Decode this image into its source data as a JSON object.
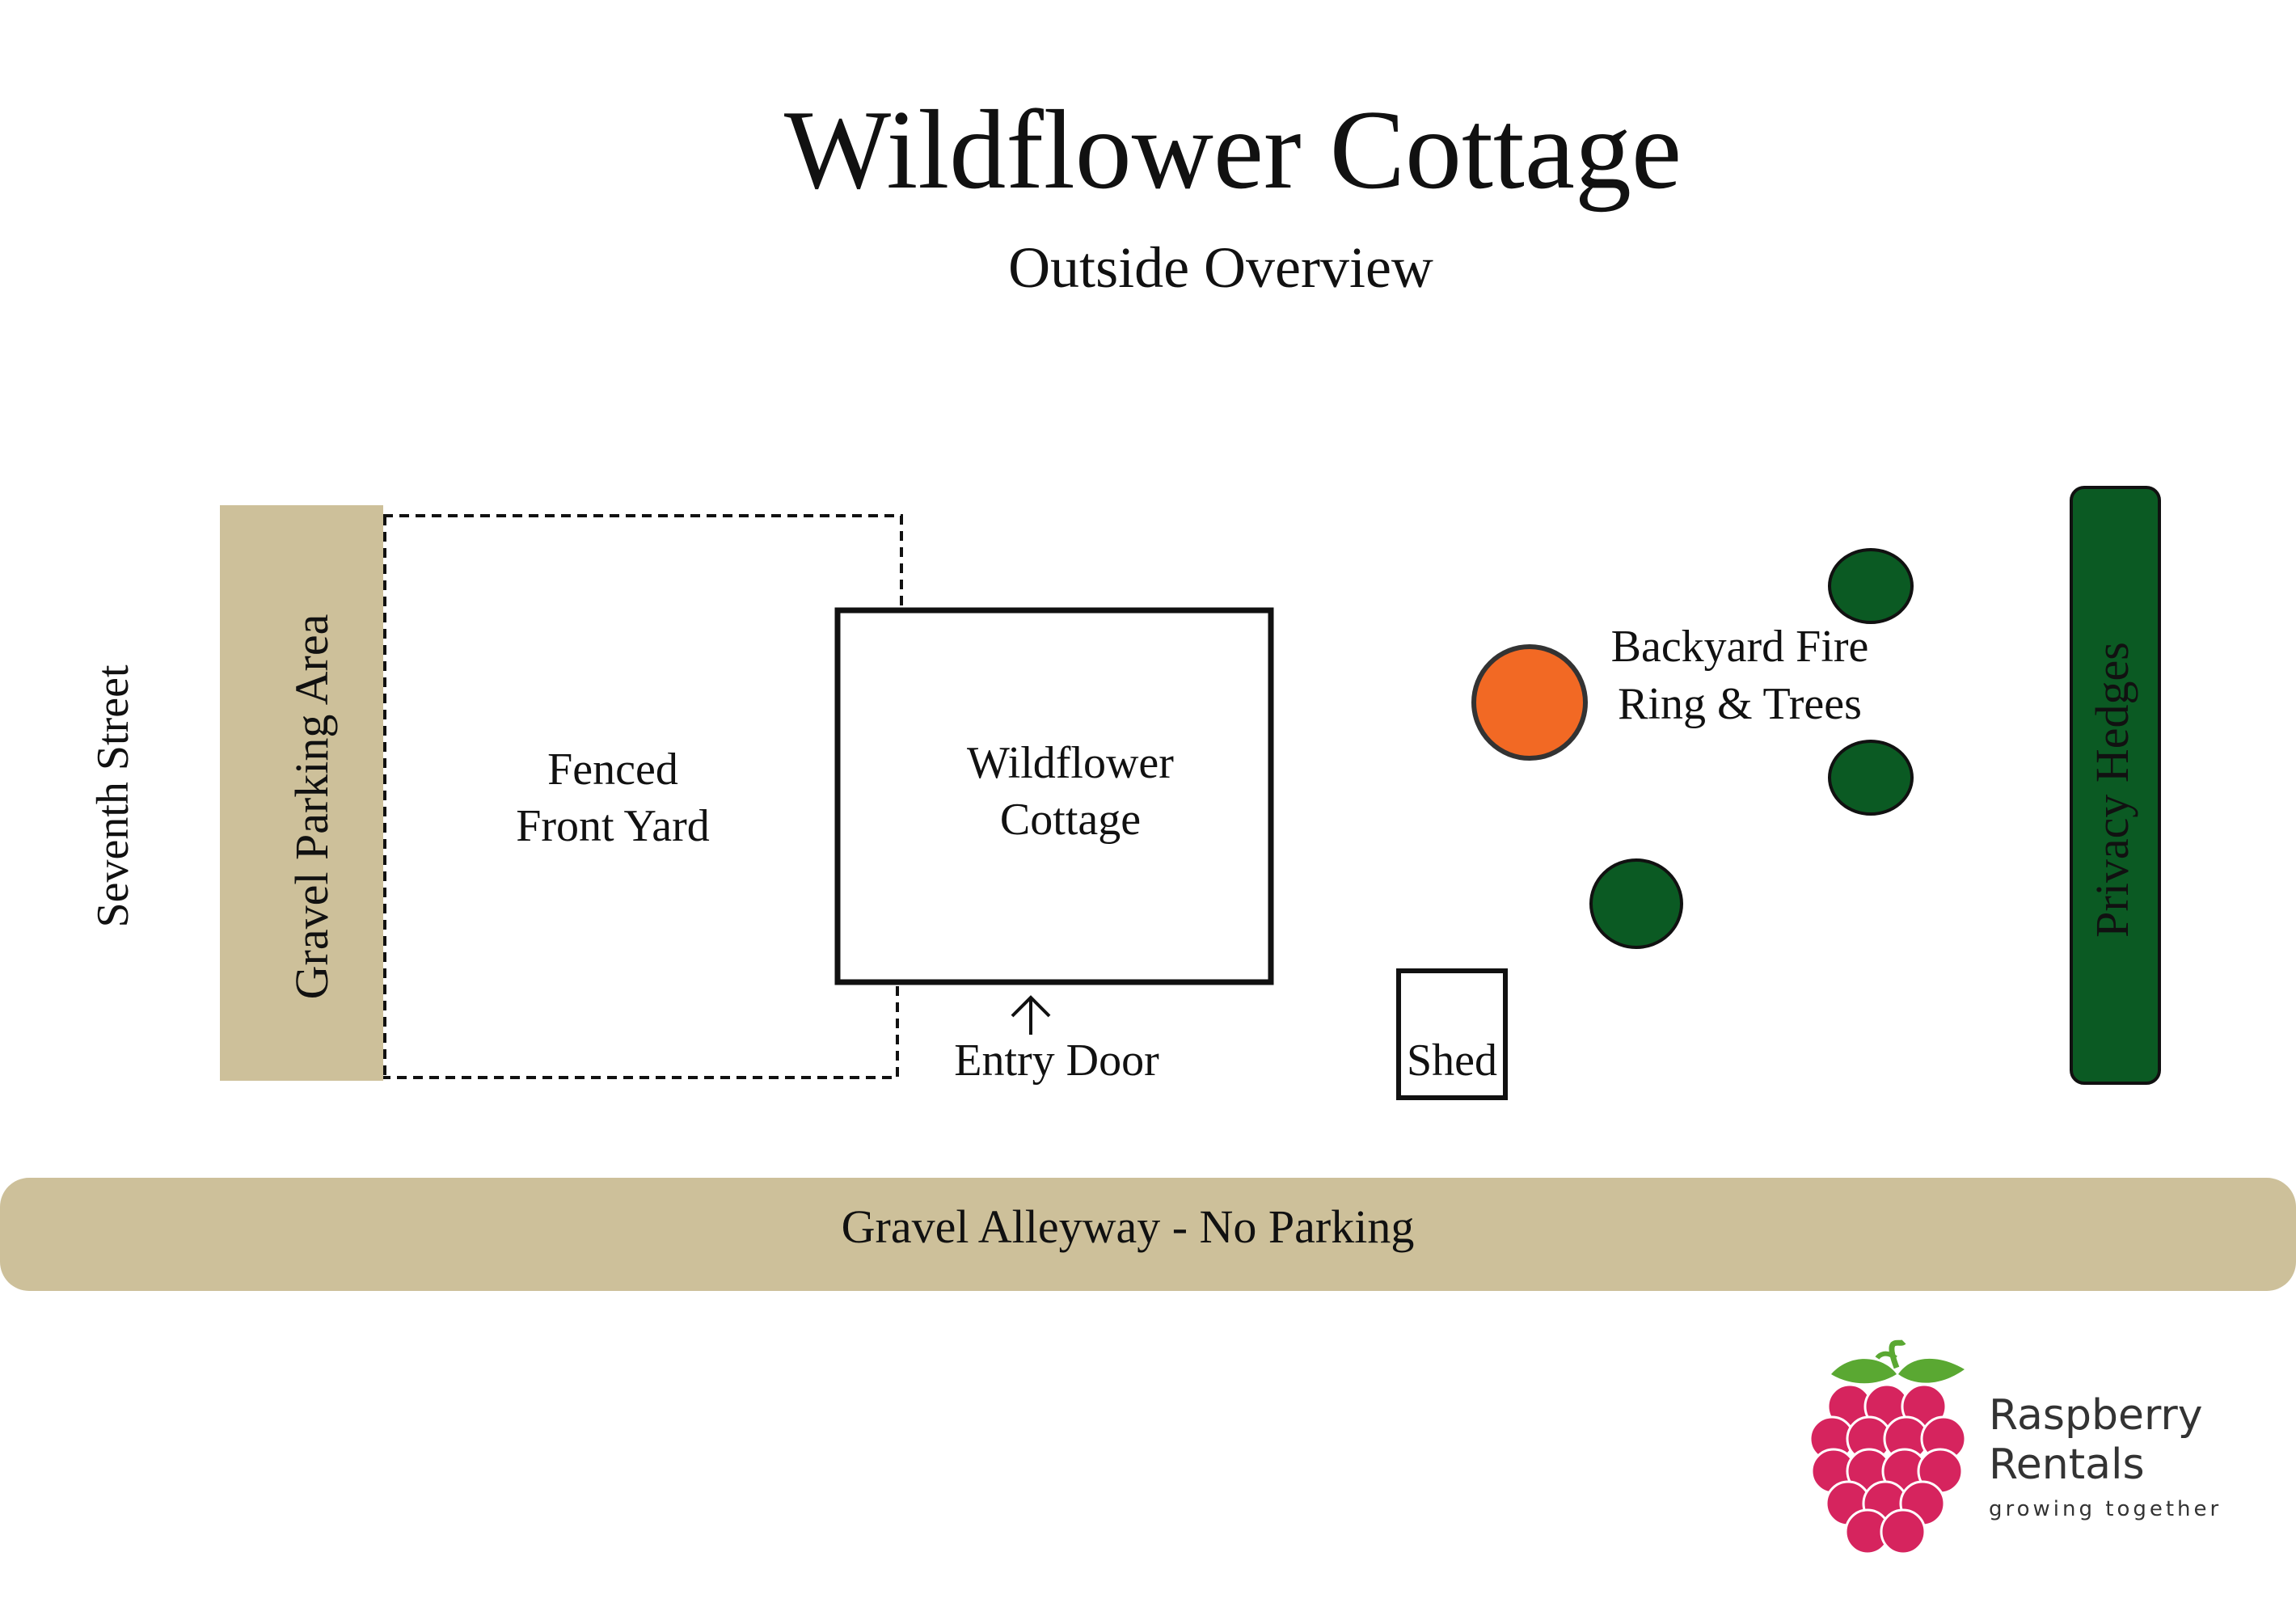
{
  "header": {
    "title": "Wildflower Cottage",
    "subtitle": "Outside Overview"
  },
  "labels": {
    "street": "Seventh Street",
    "parking": "Gravel Parking Area",
    "front_yard_line1": "Fenced",
    "front_yard_line2": "Front Yard",
    "cottage_line1": "Wildflower",
    "cottage_line2": "Cottage",
    "entry_door": "Entry Door",
    "shed": "Shed",
    "fire_ring_line1": "Backyard Fire",
    "fire_ring_line2": "Ring & Trees",
    "hedges": "Privacy Hedges",
    "alley": "Gravel Alleyway - No Parking"
  },
  "logo": {
    "name_line1": "Raspberry",
    "name_line2": "Rentals",
    "tagline": "growing together"
  },
  "colors": {
    "gravel": "#cdc09a",
    "fire_ring": "#f26924",
    "tree": "#0b5a23",
    "hedge": "#0b5a23",
    "raspberry": "#d6245e",
    "leaf": "#5aa832",
    "outline": "#111111"
  }
}
